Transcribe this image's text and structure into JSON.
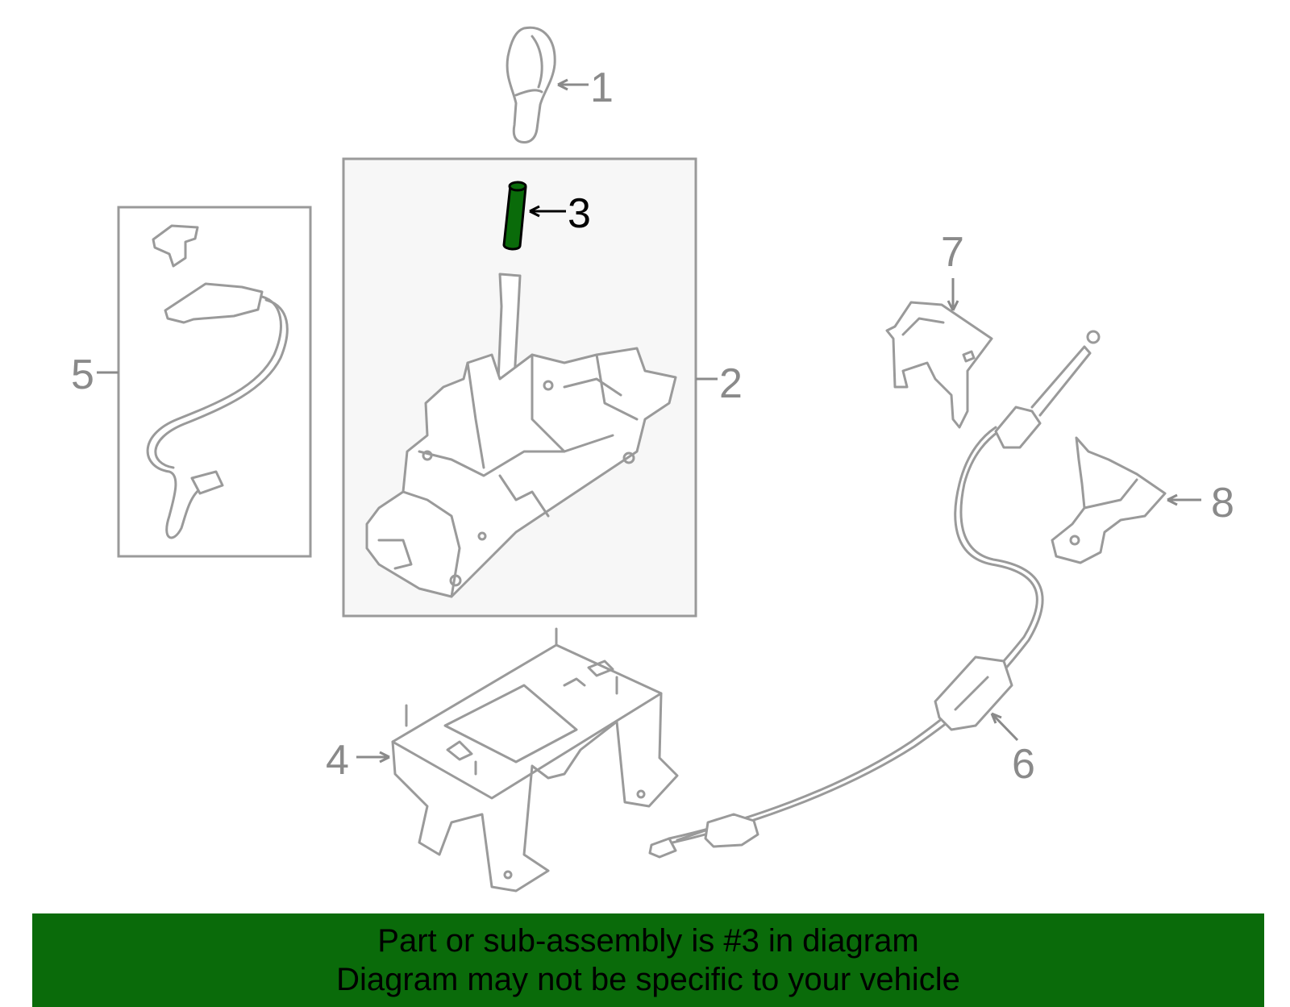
{
  "highlight_color": "#0a6b0a",
  "highlighted_part": "3",
  "callouts": {
    "c1": "1",
    "c2": "2",
    "c3": "3",
    "c4": "4",
    "c5": "5",
    "c6": "6",
    "c7": "7",
    "c8": "8"
  },
  "banner": {
    "line1": "Part or sub-assembly is #3 in diagram",
    "line2": "Diagram may not be specific to your vehicle"
  }
}
